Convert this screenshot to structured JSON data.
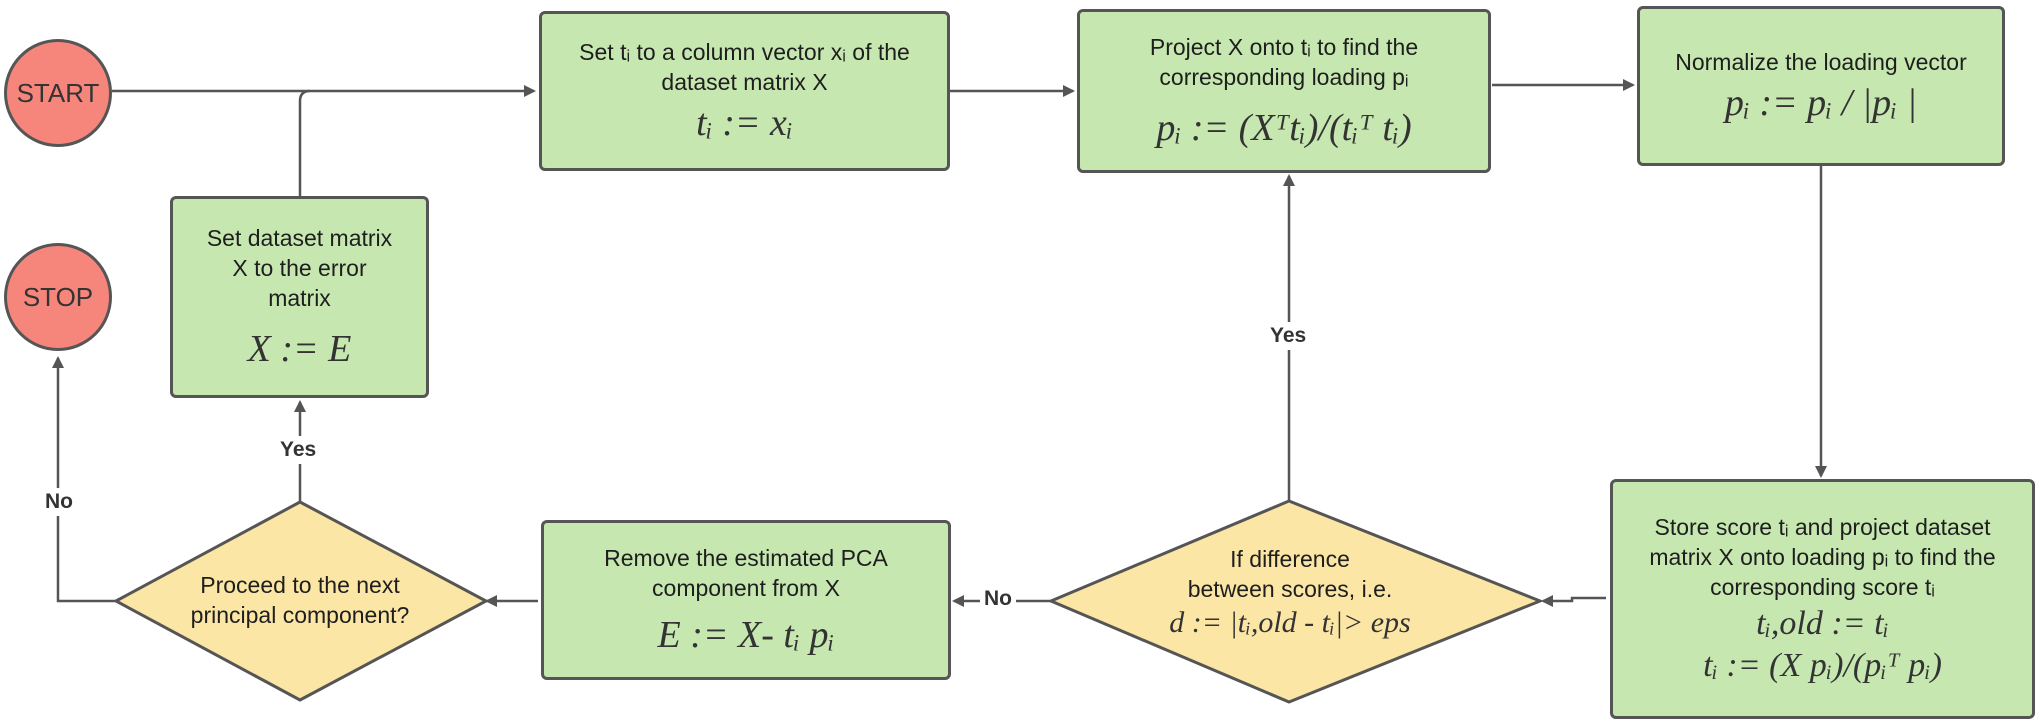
{
  "nodes": {
    "start": {
      "label": "START"
    },
    "stop": {
      "label": "STOP"
    },
    "set_t": {
      "line1": "Set tᵢ to a column vector xᵢ of the",
      "line2": "dataset matrix X",
      "math": "tᵢ := xᵢ"
    },
    "project": {
      "line1": "Project X onto tᵢ to find the",
      "line2": "corresponding loading pᵢ",
      "math": "pᵢ := (Xᵀtᵢ)/(tᵢᵀ tᵢ)"
    },
    "normalize": {
      "line1": "Normalize the loading vector",
      "math": "pᵢ := pᵢ / |pᵢ |"
    },
    "store": {
      "line1": "Store score tᵢ and project dataset",
      "line2": "matrix X onto loading pᵢ to find the",
      "line3": "corresponding score tᵢ",
      "math1": "tᵢ,old := tᵢ",
      "math2": "tᵢ := (X pᵢ)/(pᵢᵀ pᵢ)"
    },
    "difference": {
      "line1": "If difference",
      "line2": "between scores, i.e.",
      "math": "d := |tᵢ,old - tᵢ|> eps"
    },
    "remove": {
      "line1": "Remove the estimated PCA",
      "line2": "component from X",
      "math": "E := X- tᵢ pᵢ"
    },
    "proceed": {
      "line1": "Proceed to the next",
      "line2": "principal component?"
    },
    "set_x": {
      "line1": "Set dataset matrix",
      "line2": "X to the error",
      "line3": "matrix",
      "math": "X := E"
    }
  },
  "edges": {
    "yes_up": "Yes",
    "no_left": "No",
    "yes_left_up": "Yes",
    "no_stop": "No"
  },
  "colors": {
    "process": "#c6e8b0",
    "decision": "#fbe6a5",
    "terminal": "#f6867c",
    "line": "#555555"
  }
}
